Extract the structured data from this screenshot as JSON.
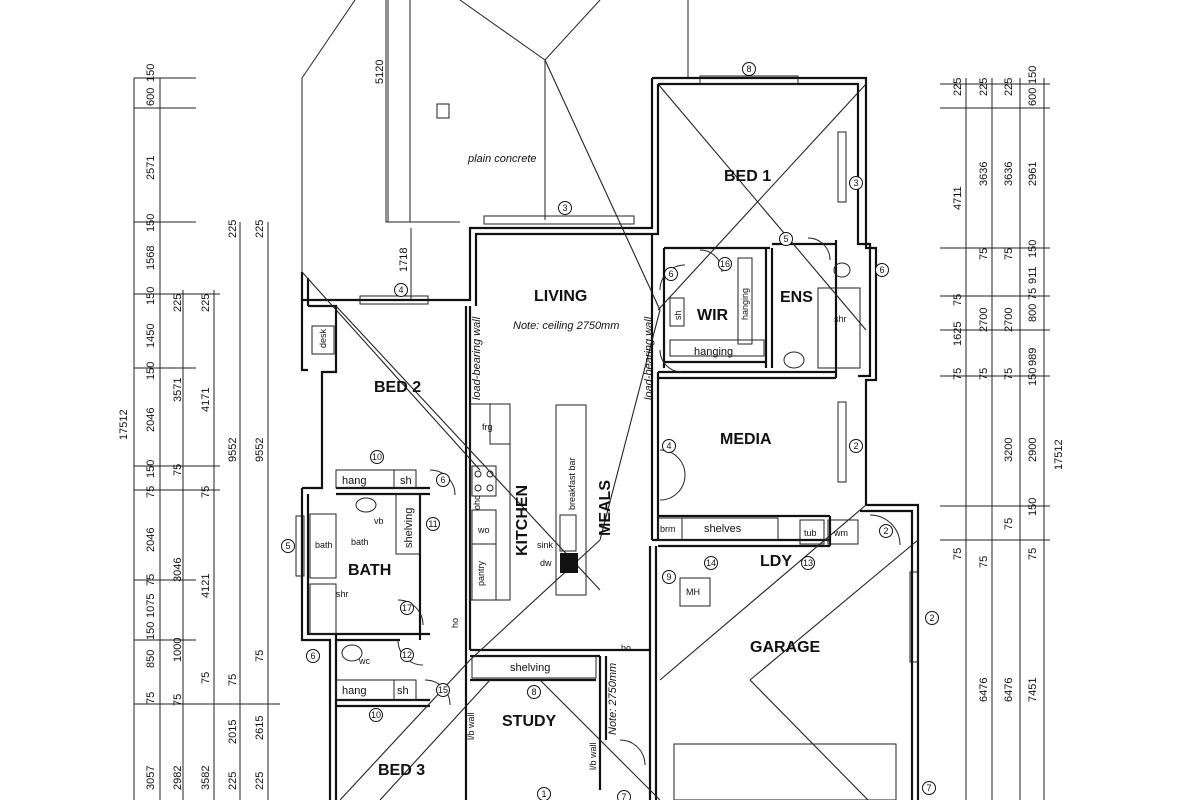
{
  "rooms": {
    "bed1": "BED 1",
    "living": "LIVING",
    "living_note": "Note: ceiling 2750mm",
    "wir": "WIR",
    "ens": "ENS",
    "bed2": "BED 2",
    "media": "MEDIA",
    "kitchen": "KITCHEN",
    "meals": "MEALS",
    "bath": "BATH",
    "ldy": "LDY",
    "garage": "GARAGE",
    "study": "STUDY",
    "study_note": "Note: 2750mm",
    "bed3": "BED 3"
  },
  "labels": {
    "plain_concrete": "plain concrete",
    "load_bearing_wall_1": "load-bearing wall",
    "load_bearing_wall_2": "load-bearing wall",
    "lb_wall_1": "l/b wall",
    "lb_wall_2": "l/b wall",
    "desk": "desk",
    "hang1": "hang",
    "sh1": "sh",
    "hang2": "hang",
    "sh2": "sh",
    "vb": "vb",
    "bath_small": "bath",
    "bath_tub": "bath",
    "shelving_bath": "shelving",
    "shr_bath": "shr",
    "wc": "wc",
    "ho1": "ho",
    "ho2": "ho",
    "frg": "frg",
    "ohc": "ohc",
    "wo": "wo",
    "pantry": "pantry",
    "sink": "sink",
    "dw": "dw",
    "breakfast_bar": "breakfast bar",
    "hanging_wir": "hanging",
    "hanging_wir2": "hanging",
    "sh_wir": "sh",
    "shr_ens": "shr",
    "brm": "brm",
    "shelves": "shelves",
    "tub": "tub",
    "wm": "wm",
    "mh": "MH",
    "shelving_study": "shelving"
  },
  "markers": [
    "8",
    "3",
    "5",
    "6",
    "16",
    "6",
    "4",
    "4",
    "2",
    "10",
    "6",
    "11",
    "5",
    "17",
    "12",
    "6",
    "15",
    "10",
    "8",
    "1",
    "7",
    "9",
    "14",
    "13",
    "2",
    "2",
    "7",
    "3"
  ],
  "dims_left": {
    "total": "17512",
    "d1": "600",
    "d1b": "150",
    "d2": "2571",
    "d3": "150",
    "d4": "1568",
    "d5": "150",
    "d6": "1450",
    "d7": "150",
    "d8": "2046",
    "d9": "150",
    "d10": "75",
    "d11": "2046",
    "d12": "75",
    "d13": "1075",
    "d14": "150",
    "d15": "850",
    "d16": "75",
    "d17": "3057",
    "e1": "225",
    "e2": "3571",
    "e3": "75",
    "e4": "3046",
    "e5": "1000",
    "e6": "75",
    "e7": "2982",
    "f1": "225",
    "f2": "4171",
    "f3": "75",
    "f4": "4121",
    "f5": "75",
    "f6": "3582",
    "g1": "225",
    "g2": "9552",
    "g3": "75",
    "g4": "2015",
    "g5": "225",
    "h1": "225",
    "h2": "9552",
    "h3": "75",
    "h4": "2615",
    "h5": "225",
    "top1": "5120",
    "top2": "1718"
  },
  "dims_right": {
    "a1": "225",
    "a2": "4711",
    "a3": "75",
    "a4": "1625",
    "a5": "75",
    "a6": "75",
    "b1": "225",
    "b2": "3636",
    "b3": "75",
    "b4": "2700",
    "b5": "75",
    "b6": "75",
    "b7": "6476",
    "c1": "225",
    "c2": "3636",
    "c3": "75",
    "c4": "2700",
    "c5": "75",
    "c6": "3200",
    "c7": "75",
    "c8": "6476",
    "d1": "600",
    "d1b": "150",
    "d2": "2961",
    "d3": "150",
    "d4": "911",
    "d5": "75",
    "d6": "800",
    "d7": "989",
    "d8": "150",
    "d9": "2900",
    "d10": "150",
    "d11": "7451",
    "d12": "75",
    "e1": "17512"
  }
}
